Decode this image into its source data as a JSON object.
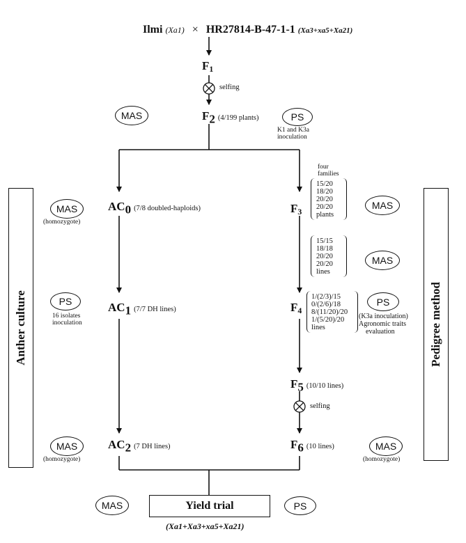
{
  "cross": {
    "parent1": "Ilmi",
    "parent1_genes": "(Xa1)",
    "times": "×",
    "parent2": "HR27814-B-47-1-1",
    "parent2_genes": "(Xa3+xa5+Xa21)"
  },
  "f1": {
    "letter": "F",
    "sub": "1"
  },
  "selfing_label": "selfing",
  "f2": {
    "letter": "F",
    "sub": "2",
    "note": "(4/199 plants)"
  },
  "mas_label": "MAS",
  "ps_label": "PS",
  "homozygote_label": "(homozygote)",
  "ps_top_note": [
    "K1 and K3a",
    "inoculation"
  ],
  "anther_culture": {
    "title": "Anther culture",
    "ac0": {
      "letter": "AC",
      "sub": "0",
      "note": "(7/8 doubled-haploids)"
    },
    "ac1": {
      "letter": "AC",
      "sub": "1",
      "note": "(7/7 DH lines)"
    },
    "ac2": {
      "letter": "AC",
      "sub": "2",
      "note": "(7 DH lines)"
    },
    "ps_note": [
      "16 isolates",
      "inoculation"
    ]
  },
  "pedigree": {
    "title": "Pedigree method",
    "four_families": [
      "four",
      "families"
    ],
    "f3": {
      "letter": "F",
      "sub": "3",
      "counts": [
        "15/20",
        "18/20",
        "20/20",
        "20/20",
        "plants"
      ]
    },
    "f4_mas_counts": [
      "15/15",
      "18/18",
      "20/20",
      "20/20",
      "lines"
    ],
    "f4": {
      "letter": "F",
      "sub": "4",
      "counts": [
        "1/(2/3)/15",
        "0/(2/6)/18",
        "8/(11/20)/20",
        "1/(5/20)/20",
        "lines"
      ]
    },
    "f4_ps_note": [
      "(K3a inoculation)",
      "Agronomic traits",
      "evaluation"
    ],
    "f5": {
      "letter": "F",
      "sub": "5",
      "note": "(10/10 lines)"
    },
    "f6": {
      "letter": "F",
      "sub": "6",
      "note": "(10 lines)"
    }
  },
  "yield_trial": {
    "label": "Yield trial",
    "genes": "(Xa1+Xa3+xa5+Xa21)"
  }
}
